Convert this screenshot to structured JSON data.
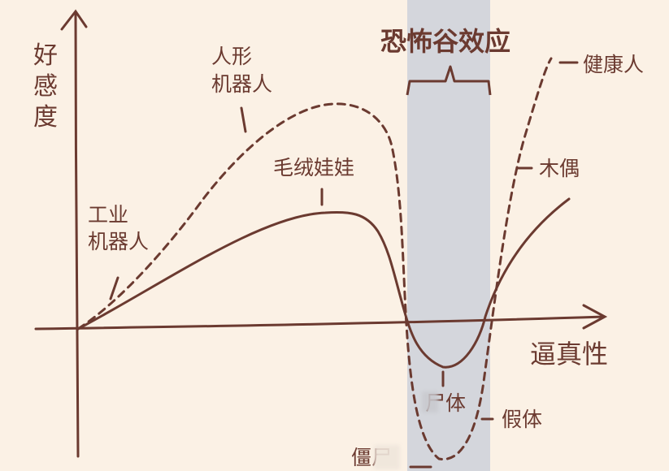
{
  "diagram": {
    "y_axis_label": "好感度",
    "x_axis_label": "逼真性",
    "uncanny_valley_title": "恐怖谷效应",
    "labels": {
      "industrial_robot": [
        "工业",
        "机器人"
      ],
      "humanoid_robot": [
        "人形",
        "机器人"
      ],
      "stuffed_doll": "毛绒娃娃",
      "healthy_person": "健康人",
      "puppet": "木偶",
      "corpse": "尸体",
      "prosthetic": "假体",
      "zombie": "僵尸"
    },
    "colors": {
      "background": "#fbf1e5",
      "ink": "#6b3a30",
      "valley_band": "#d4d6dc"
    }
  }
}
